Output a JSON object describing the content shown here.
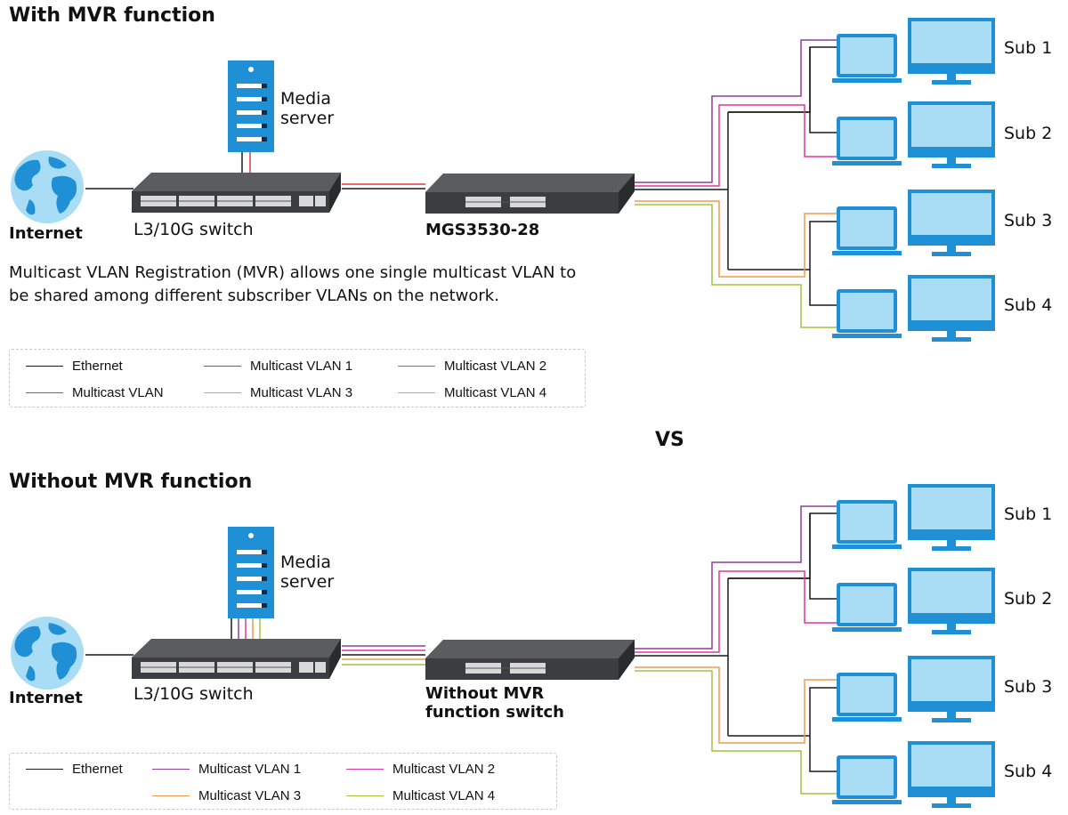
{
  "top": {
    "heading": "With MVR function",
    "media_server": [
      "Media",
      "server"
    ],
    "internet_label": "Internet",
    "l3_switch_label": "L3/10G switch",
    "mvr_switch_label": "MGS3530-28",
    "description": "Multicast VLAN Registration (MVR) allows one single multicast VLAN to be shared among different subscriber VLANs on the network.",
    "subscribers": [
      "Sub 1",
      "Sub 2",
      "Sub 3",
      "Sub 4"
    ],
    "legend": [
      "Ethernet",
      "Multicast VLAN 1",
      "Multicast VLAN 2",
      "Multicast VLAN",
      "Multicast VLAN 3",
      "Multicast VLAN 4"
    ]
  },
  "vs_label": "VS",
  "bottom": {
    "heading": "Without MVR function",
    "media_server": [
      "Media",
      "server"
    ],
    "internet_label": "Internet",
    "l3_switch_label": "L3/10G switch",
    "switch_label": [
      "Without MVR",
      "function switch"
    ],
    "subscribers": [
      "Sub 1",
      "Sub 2",
      "Sub 3",
      "Sub 4"
    ],
    "legend": [
      "Ethernet",
      "Multicast VLAN 1",
      "Multicast VLAN 2",
      "Multicast VLAN 3",
      "Multicast VLAN 4"
    ]
  },
  "colors": {
    "ethernet": "#1a1a1a",
    "multicast": "#e03a3e",
    "vlan1": "#8e3fa0",
    "vlan2": "#e0379a",
    "vlan3": "#f39a4a",
    "vlan4": "#a5c23a",
    "device_blue": "#1f8fd6",
    "screen_blue": "#a9dcf5",
    "switch_dark": "#3b3d40"
  },
  "icons": [
    "globe-icon",
    "media-server-icon",
    "l3-switch-icon",
    "access-switch-icon",
    "laptop-icon",
    "monitor-icon"
  ]
}
